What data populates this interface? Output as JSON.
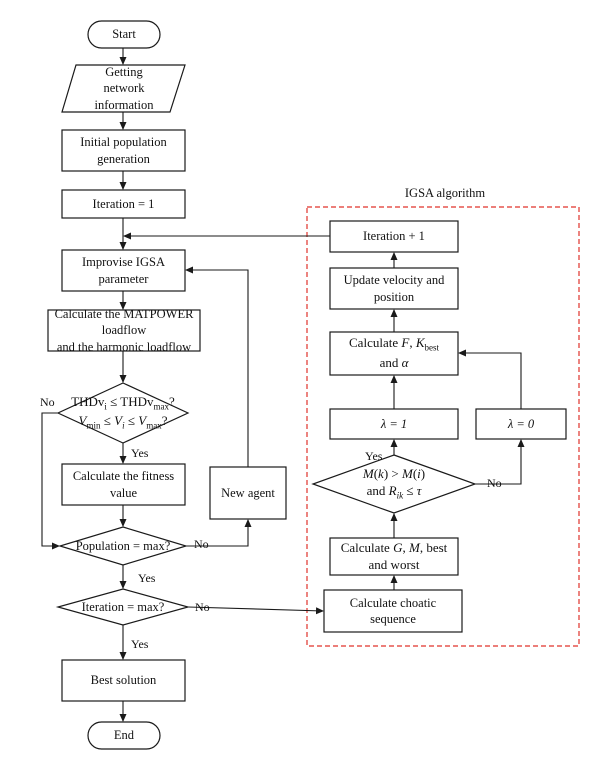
{
  "diagram": {
    "main": {
      "start": "Start",
      "getting_info": "Getting\nnetwork\ninformation",
      "initial_population": "Initial population\ngeneration",
      "iteration_1": "Iteration = 1",
      "improvise": "Improvise IGSA\nparameter",
      "calculate_loadflow": "Calculate the MATPOWER loadflow\nand the harmonic loadflow",
      "constraint_thd_a": "THDv",
      "constraint_thd_b": "i",
      "constraint_thd_c": " ≤ THDv",
      "constraint_thd_d": "max",
      "constraint_thd_e": "?",
      "constraint_v_a": "V",
      "constraint_v_b": "min",
      "constraint_v_c": " ≤ ",
      "constraint_v_d": "V",
      "constraint_v_e": "i",
      "constraint_v_f": " ≤ ",
      "constraint_v_g": "V",
      "constraint_v_h": "max",
      "constraint_v_i": "?",
      "fitness": "Calculate the fitness\nvalue",
      "population_max": "Population = max?",
      "new_agent": "New agent",
      "iteration_max": "Iteration = max?",
      "best_solution": "Best solution",
      "end": "End"
    },
    "igsa": {
      "title": "IGSA algorithm",
      "iteration_plus": "Iteration + 1",
      "update_velocity": "Update velocity and\nposition",
      "calc_f_a": "Calculate ",
      "calc_f_b": "F",
      "calc_f_c": ", ",
      "calc_f_d": "K",
      "calc_f_e": "best",
      "calc_f_f": "and ",
      "calc_f_g": "α",
      "lambda_1": "λ = 1",
      "lambda_0": "λ = 0",
      "cond_a": "M",
      "cond_b": "(",
      "cond_c": "k",
      "cond_d": ") > ",
      "cond_e": "M",
      "cond_f": "(",
      "cond_g": "i",
      "cond_h": ")",
      "cond_i": "and ",
      "cond_j": "R",
      "cond_k": "ik",
      "cond_l": " ≤ ",
      "cond_m": "τ",
      "calc_g_a": "Calculate ",
      "calc_g_b": "G",
      "calc_g_c": ", ",
      "calc_g_d": "M",
      "calc_g_e": ", best",
      "calc_g_f": "and worst",
      "chaotic": "Calculate choatic\nsequence"
    },
    "edge_labels": {
      "no_constraint": "No",
      "yes_constraint": "Yes",
      "no_population": "No",
      "yes_population": "Yes",
      "no_iteration": "No",
      "yes_iteration": "Yes",
      "yes_condition": "Yes",
      "no_condition": "No"
    },
    "colors": {
      "stroke": "#1a1a1a",
      "igsa_border": "#e0332b"
    }
  }
}
